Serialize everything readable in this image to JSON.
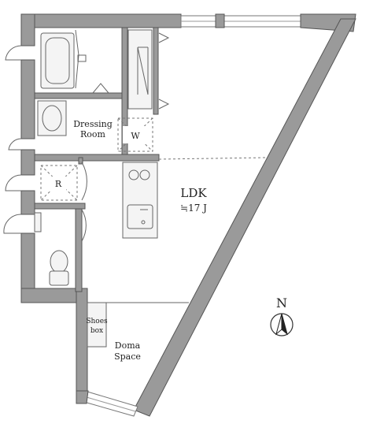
{
  "rooms": {
    "ldk": {
      "name": "LDK",
      "size": "≒17 J"
    },
    "dressing": {
      "line1": "Dressing",
      "line2": "Room"
    },
    "closet_w": "W",
    "fridge_r": "R",
    "shoes": {
      "line1": "Shoes",
      "line2": "box"
    },
    "doma": {
      "line1": "Doma",
      "line2": "Space"
    }
  },
  "compass": {
    "north": "N"
  }
}
